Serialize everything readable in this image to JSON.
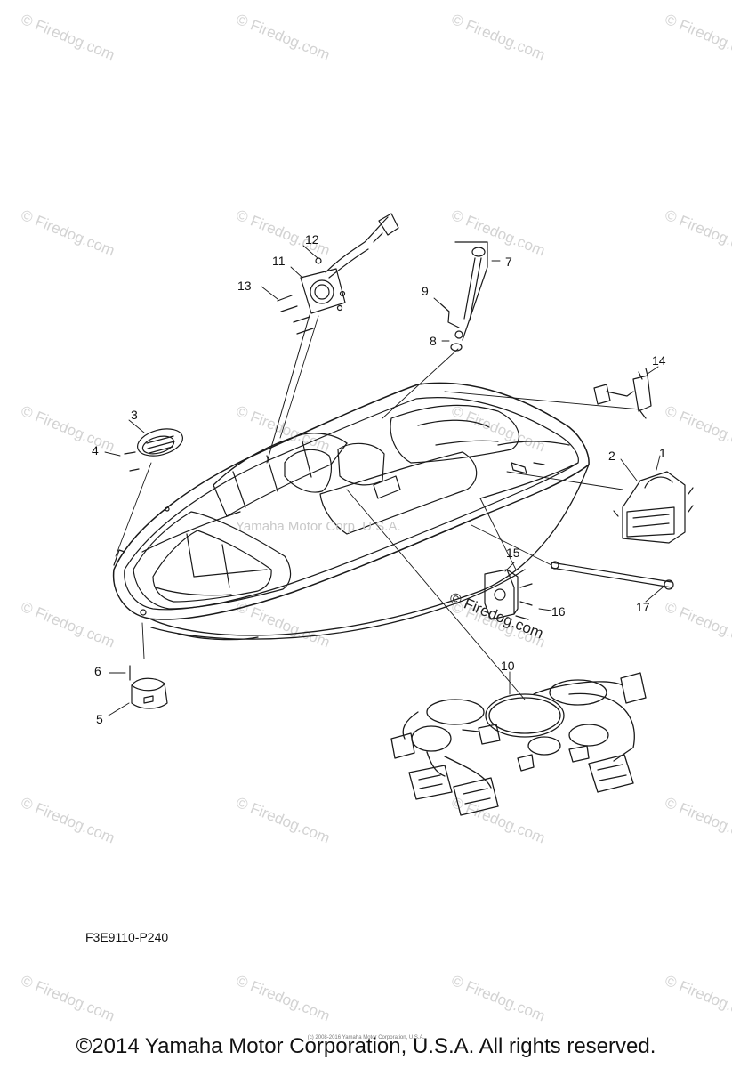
{
  "diagram": {
    "callouts": [
      "1",
      "2",
      "3",
      "4",
      "5",
      "6",
      "7",
      "8",
      "9",
      "10",
      "11",
      "12",
      "13",
      "14",
      "15",
      "16",
      "17"
    ],
    "drawing_code": "F3E9110-P240",
    "overlay_watermark": "Yamaha Motor Corp. U.S.A.",
    "firedog_mark": "© Firedog.com",
    "watermark_text": "© Firedog.com",
    "tiny_credit": "(c) 2008-2016 Yamaha Motor Corporation, U.S.A.",
    "copyright": "©2014 Yamaha Motor Corporation, U.S.A. All rights reserved."
  },
  "colors": {
    "line": "#1a1a1a",
    "watermark": "#d3d3d3"
  }
}
